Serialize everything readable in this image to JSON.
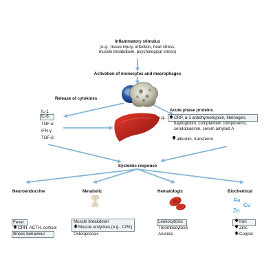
{
  "stimulus": {
    "title": "Inflammatory stimulus",
    "line1": "(e.g., tissue injury, infection, heat stress,",
    "line2": "muscle breakdown, psychological stress)"
  },
  "activation": "Activation of monocytes and macrophages",
  "cytokines": {
    "title": "Release of cytokines",
    "items": [
      "IL-1",
      "IL-6",
      "TNF-α",
      "IFN-γ",
      "TGF-β"
    ]
  },
  "acute_phase": {
    "title": "Acute phase proteins",
    "prefix": "e.g.,",
    "up_symbol": "🡅",
    "line1": "CRP, α-1 antichymotrypsin, fibrinogen,",
    "line2": "haptoglobin, complement components,",
    "line3": "ceruloplasmin, serum amyloid A",
    "down_symbol": "🡇",
    "down_text": "albumin, transferrin"
  },
  "systemic": "Systemic response",
  "neuroendocrine": {
    "title": "Neuroendocrine",
    "fever": "Fever",
    "hormones": "CRH, ACTH, cortisol",
    "illness": "Illness behaviour"
  },
  "metabolic": {
    "title": "Metabolic",
    "line1": "Muscle breakdown",
    "line2": "Muscle enzymes (e.g., CPK)",
    "line3": "Osteoporosis"
  },
  "hematologic": {
    "title": "Hematologic",
    "line1": "Leukocytosis",
    "line2": "Thrombocytosis",
    "line3": "Anemia"
  },
  "biochemical": {
    "title": "Biochemical",
    "metals": [
      "Fe",
      "Cu",
      "Zn"
    ],
    "iron": "Iron",
    "zinc": "Zinc",
    "copper": "Copper"
  },
  "colors": {
    "arrow": "#86b6d6",
    "box_fill": "#eef2f4",
    "box_border": "#7d8c95",
    "metal_text": "#5aa6d6"
  }
}
